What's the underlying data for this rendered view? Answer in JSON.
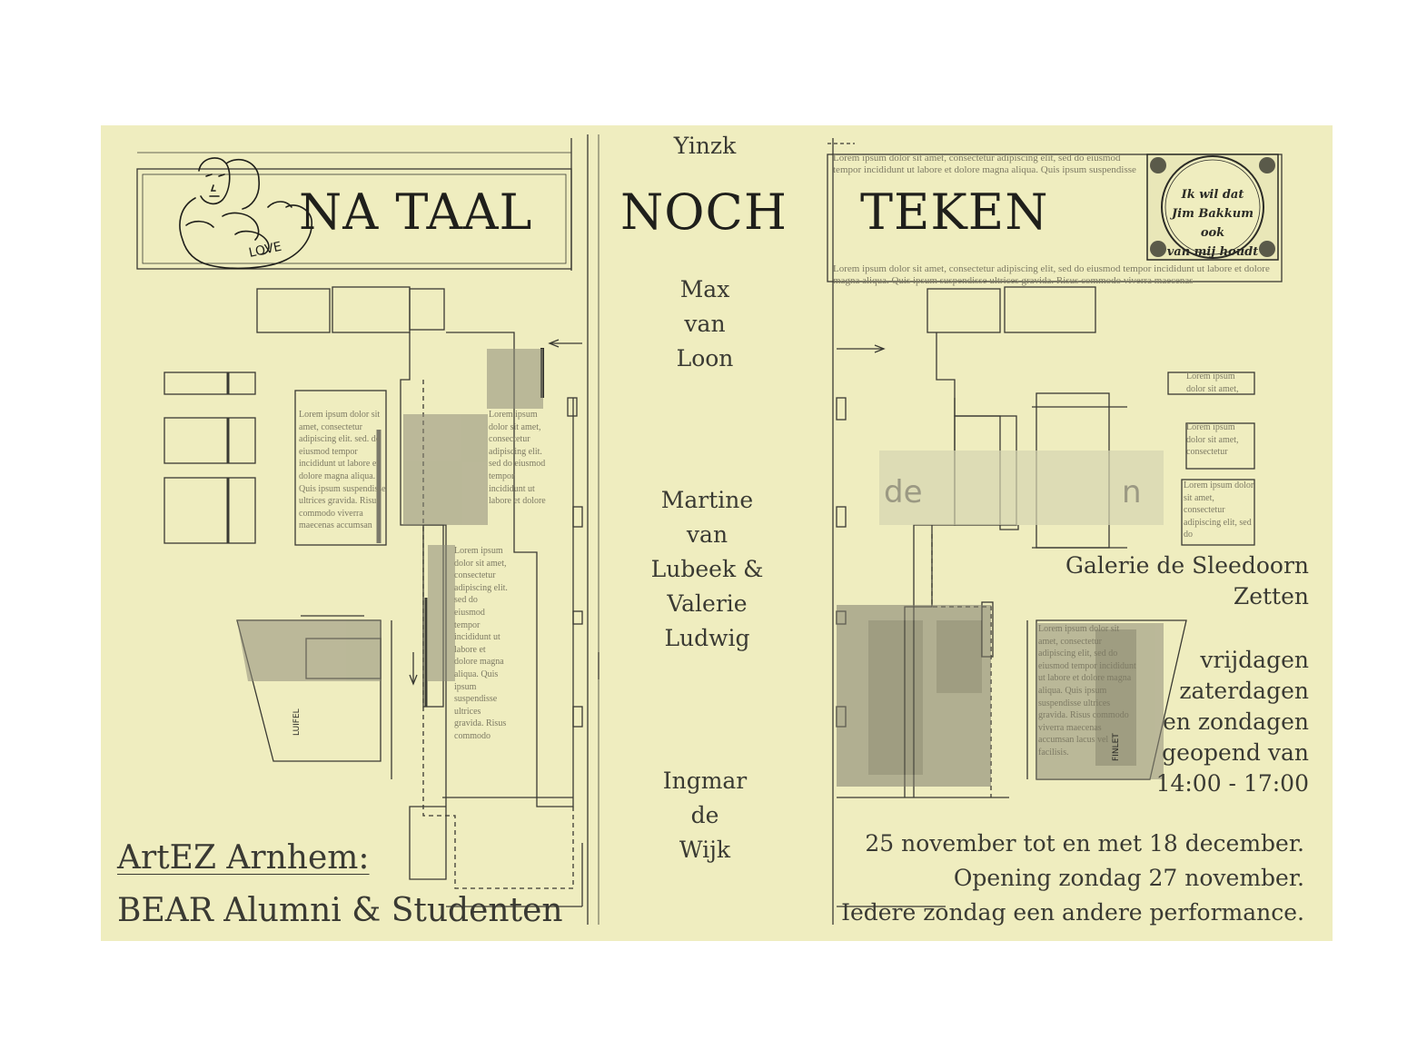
{
  "poster": {
    "title_parts": [
      "NA TAAL",
      "NOCH",
      "TEKEN"
    ],
    "artists": {
      "artist1": "Yinzk",
      "artist2_lines": [
        "Max",
        "van",
        "Loon"
      ],
      "artist3_lines": [
        "Martine",
        "van",
        "Lubeek &",
        "Valerie",
        "Ludwig"
      ],
      "artist4_lines": [
        "Ingmar",
        "de",
        "Wijk"
      ]
    },
    "venue": {
      "name": "Galerie de Sleedoorn",
      "city": "Zetten"
    },
    "hours_lines": [
      "vrijdagen",
      "zaterdagen",
      "en zondagen",
      "geopend van",
      "14:00 - 17:00"
    ],
    "dates_lines": [
      "25 november tot en met 18 december.",
      "Opening zondag 27 november.",
      "Iedere zondag een andere performance."
    ],
    "institution_lines": [
      "ArtEZ Arnhem:",
      "BEAR Alumni & Studenten"
    ],
    "stamp_lines": [
      "Ik wil dat",
      "Jim Bakkum ook",
      "van mij houdt"
    ],
    "faded_logo": {
      "left": "de",
      "right": "n"
    },
    "drawing_label_left": "LUIFEL",
    "drawing_label_right": "FINLET",
    "sketch_word": "LOVE",
    "lorem": {
      "header_top": "Lorem ipsum dolor sit amet, consectetur adipiscing elit, sed do eiusmod tempor incididunt ut labore et dolore magna aliqua. Quis ipsum suspendisse ultrices gravida. Risus commodo viverra maecenas",
      "header_bottom": "Lorem ipsum dolor sit amet, consectetur adipiscing elit, sed do eiusmod tempor incididunt ut labore et dolore magna aliqua. Quis ipsum suspendisse ultrices gravida. Risus commodo viverra maecenas",
      "block_left": "Lorem ipsum dolor sit amet, consectetur adipiscing elit. sed. do eiusmod tempor incididunt ut labore et dolore magna aliqua. Quis ipsum suspendisse ultrices gravida. Risus commodo viverra maecenas accumsan",
      "block_mid": "Lorem ipsum dolor sit amet, consectetur adipiscing elit. sed do eiusmod tempor incididunt ut labore et dolore",
      "block_narrow": "Lorem ipsum dolor sit amet, consectetur adipiscing elit. sed do eiusmod tempor incididunt ut labore et dolore magna aliqua. Quis ipsum suspendisse ultrices gravida. Risus commodo",
      "block_right_1": "Lorem ipsum dolor sit amet,",
      "block_right_2": "Lorem ipsum dolor sit amet, consectetur",
      "block_right_3": "Lorem ipsum dolor sit amet, consectetur adipiscing elit, sed do",
      "block_right_low": "Lorem ipsum dolor sit amet, consectetur adipiscing elit, sed do eiusmod tempor incididunt ut labore et dolore magna aliqua. Quis ipsum suspendisse ultrices gravida. Risus commodo viverra maecenas accumsan lacus vel facilisis."
    },
    "colors": {
      "background": "#efedbf",
      "ink": "#2b2b26",
      "overlay_gray": "#8f8d7a"
    }
  }
}
